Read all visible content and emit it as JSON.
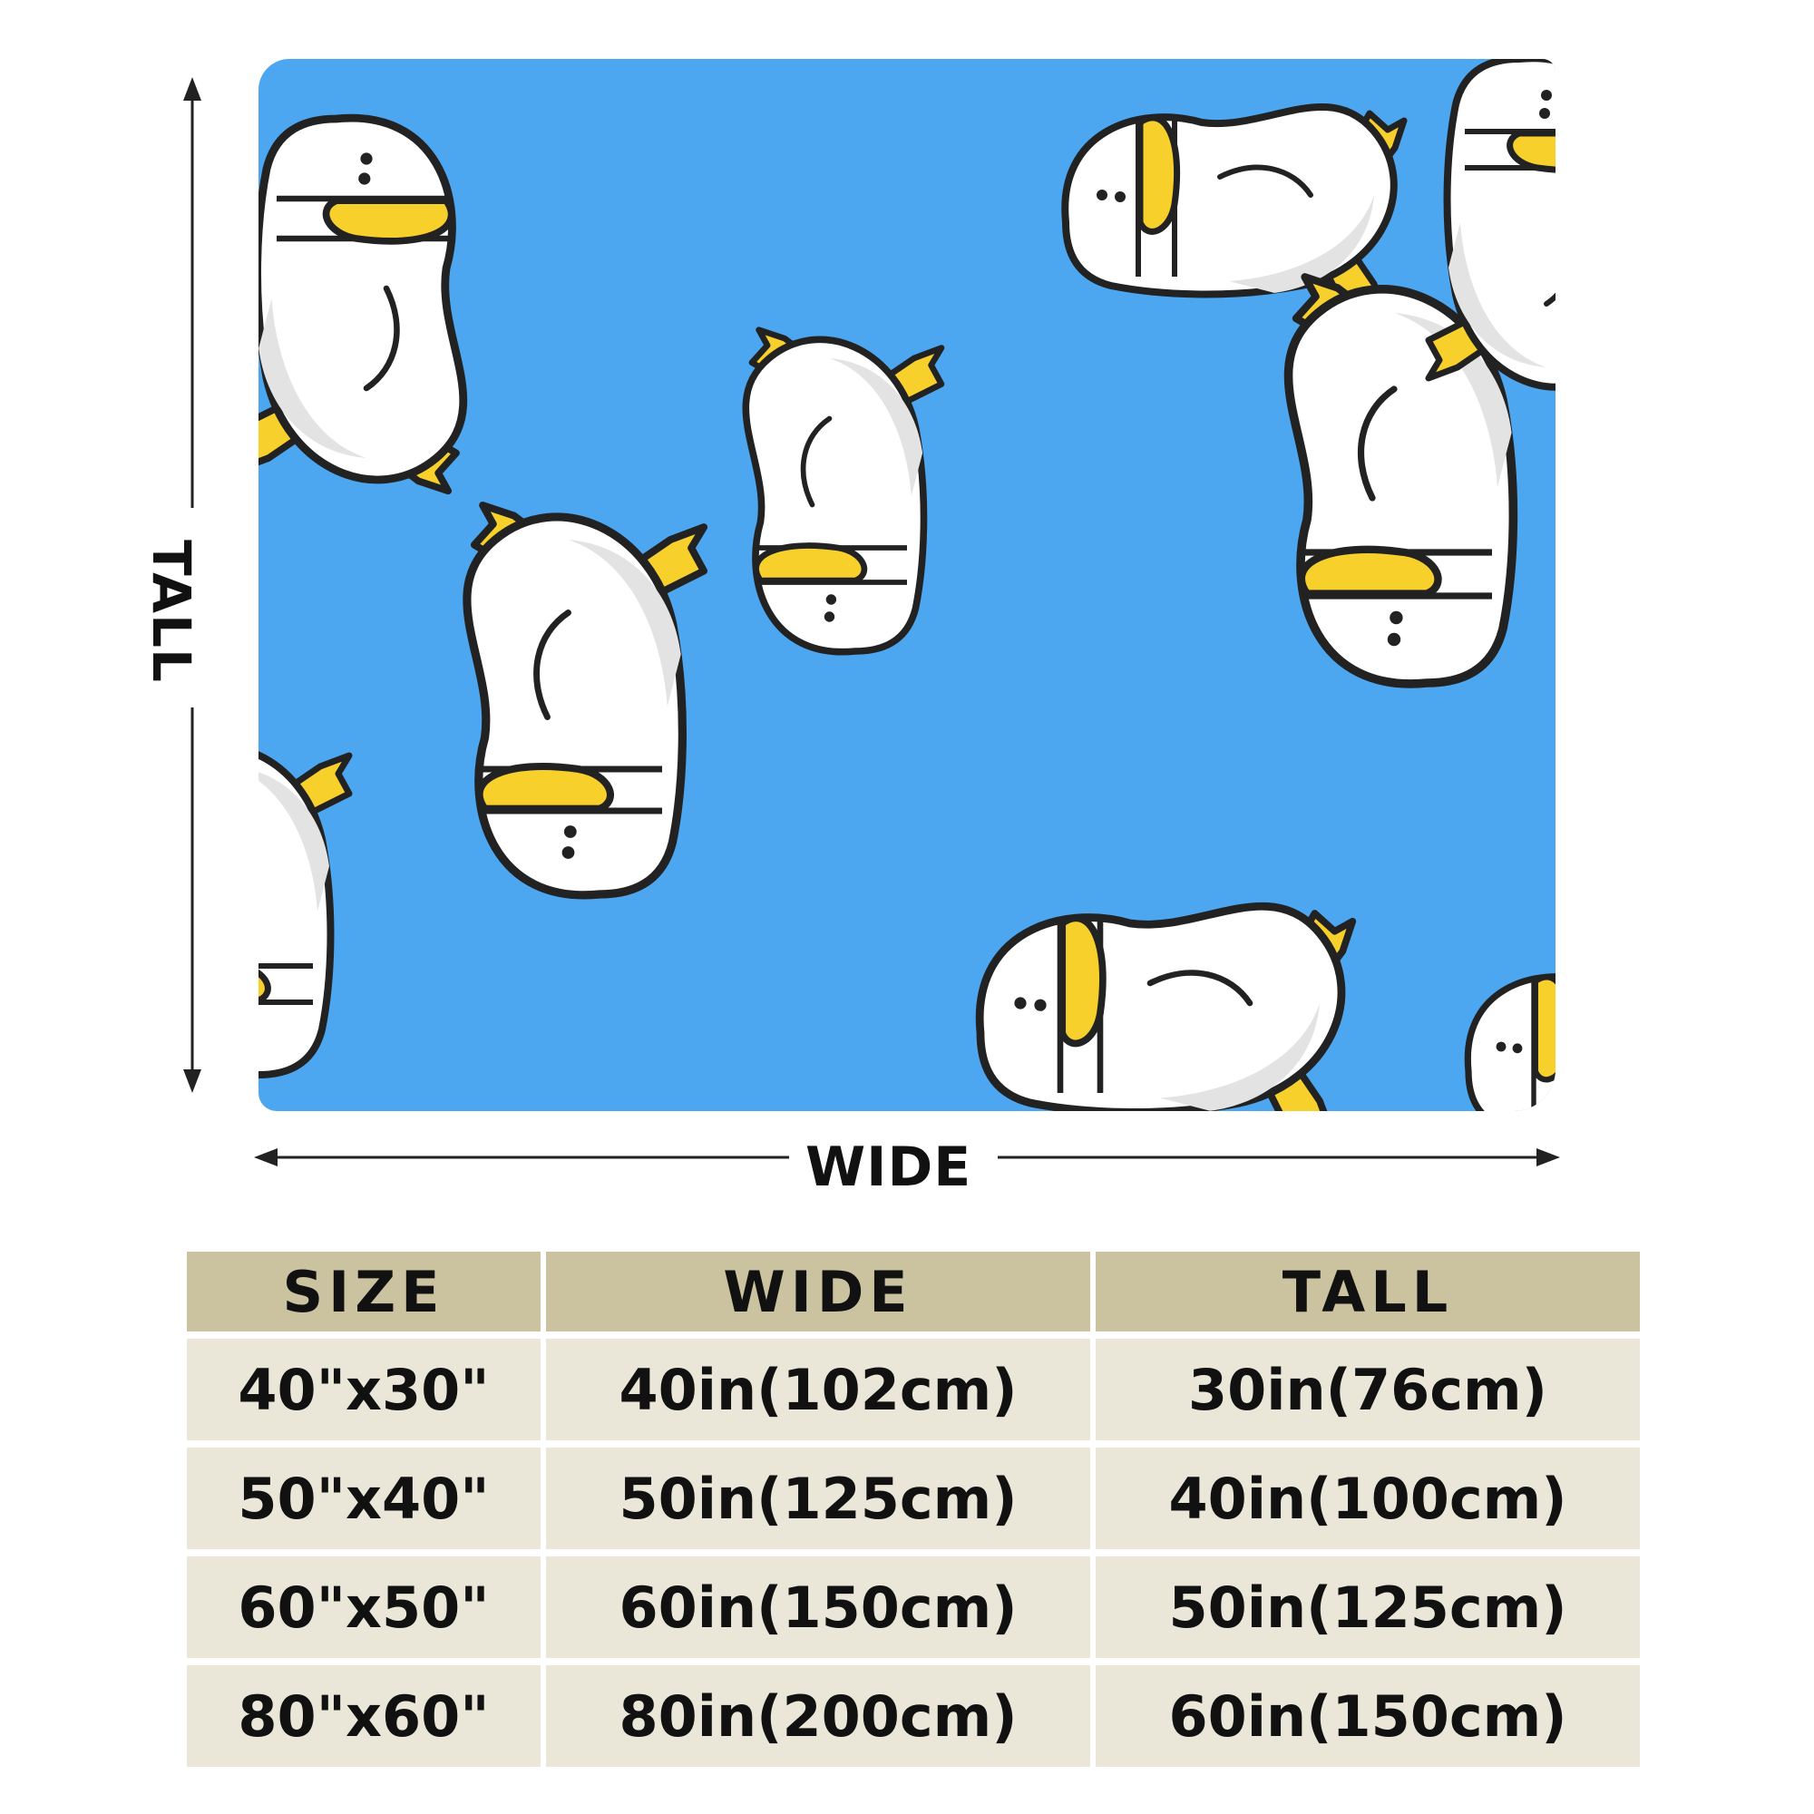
{
  "dimension_labels": {
    "wide": "WIDE",
    "tall": "TALL"
  },
  "size_table": {
    "headers": [
      "SIZE",
      "WIDE",
      "TALL"
    ],
    "rows": [
      [
        "40\"x30\"",
        "40in(102cm)",
        "30in(76cm)"
      ],
      [
        "50\"x40\"",
        "50in(125cm)",
        "40in(100cm)"
      ],
      [
        "60\"x50\"",
        "60in(150cm)",
        "50in(125cm)"
      ],
      [
        "80\"x60\"",
        "80in(200cm)",
        "60in(150cm)"
      ]
    ]
  },
  "colors": {
    "blanket_background": "#4da6f0",
    "duck_body": "#ffffff",
    "duck_outline": "#222222",
    "duck_beak_feet": "#f7d02c",
    "header_fill": "#cbc39f",
    "row_fill": "#ebe7d8"
  },
  "icons": [
    "duck-pattern-icon",
    "arrow-left-icon",
    "arrow-right-icon",
    "arrow-up-icon",
    "arrow-down-icon"
  ]
}
